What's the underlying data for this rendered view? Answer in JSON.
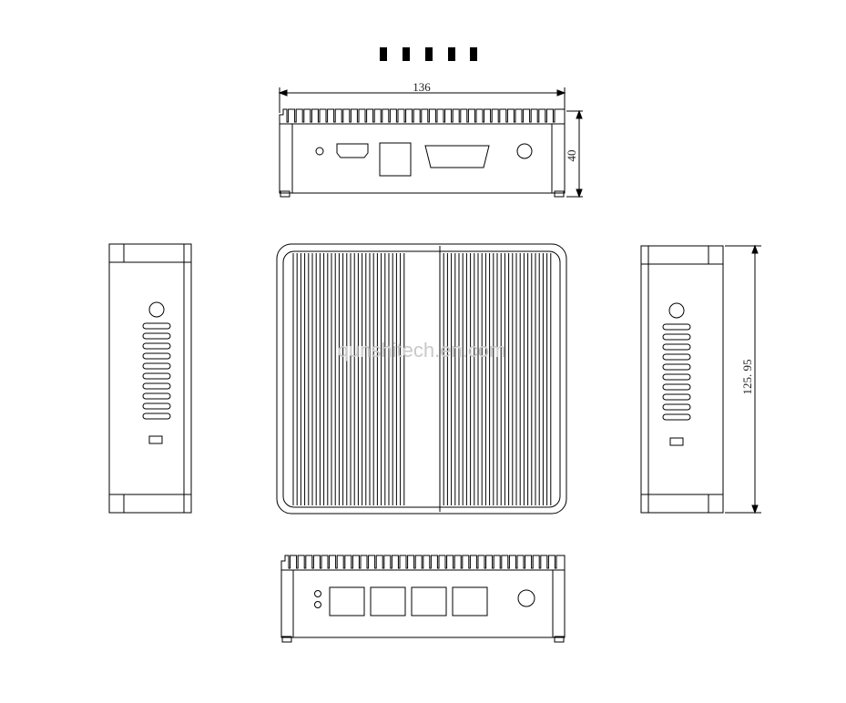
{
  "header_mark": "▮ ▮ ▮ ▮ ▮",
  "dimensions": {
    "width": "136",
    "height": "40",
    "depth": "125. 95"
  },
  "watermark": "qunshitech.en.com",
  "colors": {
    "line": "#000000",
    "background": "#ffffff",
    "watermark": "#c9c9c9"
  }
}
